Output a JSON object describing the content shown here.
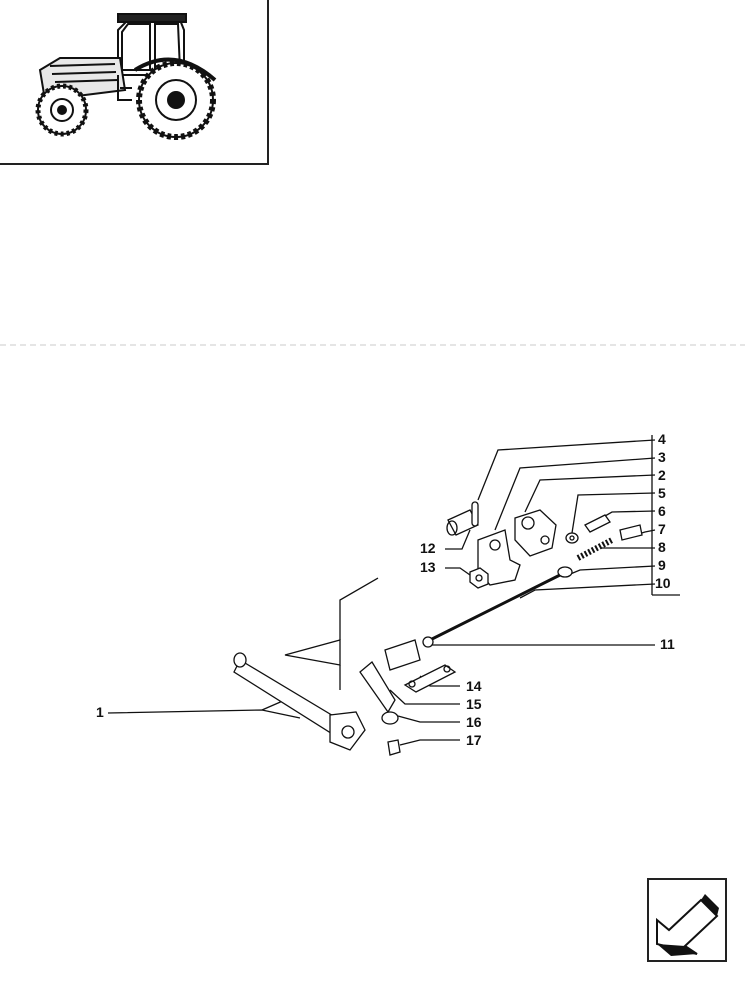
{
  "thumbnail": {
    "icon": "tractor-icon"
  },
  "callouts": [
    {
      "id": "c4",
      "text": "4"
    },
    {
      "id": "c3",
      "text": "3"
    },
    {
      "id": "c2",
      "text": "2"
    },
    {
      "id": "c5",
      "text": "5"
    },
    {
      "id": "c6",
      "text": "6"
    },
    {
      "id": "c7",
      "text": "7"
    },
    {
      "id": "c8",
      "text": "8"
    },
    {
      "id": "c9",
      "text": "9"
    },
    {
      "id": "c10",
      "text": "10"
    },
    {
      "id": "c11",
      "text": "11"
    },
    {
      "id": "c12",
      "text": "12"
    },
    {
      "id": "c13",
      "text": "13"
    },
    {
      "id": "c1",
      "text": "1"
    },
    {
      "id": "c14",
      "text": "14"
    },
    {
      "id": "c15",
      "text": "15"
    },
    {
      "id": "c16",
      "text": "16"
    },
    {
      "id": "c17",
      "text": "17"
    }
  ],
  "navigation": {
    "back_icon": "back-arrow-icon"
  }
}
